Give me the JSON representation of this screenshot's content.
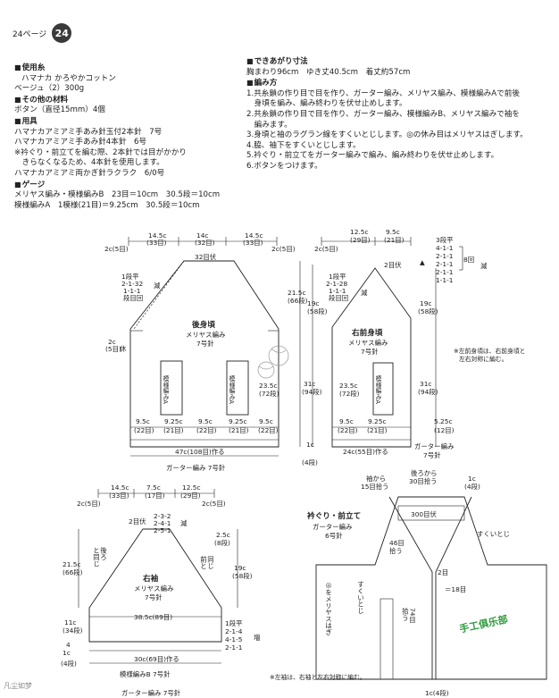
{
  "header": {
    "page_label": "24ページ",
    "page_number": "24"
  },
  "materials": {
    "yarn_title": "使用糸",
    "yarn_name": "ハマナカ かろやかコットン",
    "yarn_detail": "ベージュ（2）300g",
    "other_title": "その他の材料",
    "buttons": "ボタン（直径15mm）4個",
    "tools_title": "用具",
    "tools": [
      "ハマナカアミアミ手あみ針玉付2本針　7号",
      "ハマナカアミアミ手あみ針4本針　6号",
      "※衿ぐり・前立てを編む際、2本針では目がかかり",
      "　きらなくなるため、4本針を使用します。",
      "ハマナカアミアミ両かぎ針ラクラク　6/0号"
    ],
    "gauge_title": "ゲージ",
    "gauge": [
      "メリヤス編み・模様編みB　23目＝10cm　30.5段＝10cm",
      "模様編みA　1模様(21目)＝9.25cm　30.5段＝10cm"
    ]
  },
  "finished": {
    "title": "できあがり寸法",
    "sizes": "胸まわり96cm　ゆき丈40.5cm　着丈約57cm",
    "method_title": "編み方",
    "steps": [
      "1.共糸鎖の作り目で目を作り、ガーター編み、メリヤス編み、模様編みAで前後",
      "　身頃を編み、編み終わりを伏せ止めします。",
      "2.共糸鎖の作り目で目を作り、ガーター編み、模様編みB、メリヤス編みで袖を",
      "　編みます。",
      "3.身頃と袖のラグラン線をすくいとじします。◎の休み目はメリヤスはぎします。",
      "4.脇、袖下をすくいとじします。",
      "5.衿ぐり・前立てをガーター編みで編み、編み終わりを伏せ止めします。",
      "6.ボタンをつけます。"
    ]
  },
  "back": {
    "top_dims": [
      "14.5c",
      "(33目)",
      "14c",
      "(32目)",
      "14.5c",
      "(33目)"
    ],
    "side_2c": "2c(5目)",
    "shoulder": "32目伏",
    "rows": [
      "1段平",
      "2-1-32",
      "1-1-1",
      "段目回"
    ],
    "dec": "減",
    "side_left": [
      "2c",
      "(5目)",
      "休"
    ],
    "right_dims": [
      "21.5c",
      "(66段)"
    ],
    "mid": [
      "23.5c",
      "(72段)"
    ],
    "long": [
      "31c",
      "(94段)"
    ],
    "title": "後身頃",
    "stitch": "メリヤス編み",
    "needle": "7号針",
    "pattern": "模様編みA",
    "bottom": [
      "9.5c",
      "(22目)",
      "9.25c",
      "(21目)",
      "9.5c",
      "(22目)",
      "9.25c",
      "(21目)",
      "9.5c",
      "(22目)"
    ],
    "cast": "47c(108目)作る",
    "garter": "ガーター編み 7号針",
    "one_c": [
      "1c",
      "(4段)"
    ]
  },
  "front": {
    "top_dims": [
      "12.5c",
      "(29目)",
      "9.5c",
      "(21目)"
    ],
    "side_2c": "2c(5目)",
    "shoulder": "2目伏",
    "rows": [
      "1段平",
      "2-1-28",
      "1-1-1",
      "段目回"
    ],
    "right_rows": [
      "3段平",
      "4-1-1",
      "2-1-1",
      "2-1-1",
      "2-1-1",
      "1-1-1"
    ],
    "times": "8回",
    "dec": "減",
    "neck_dims": [
      "19c",
      "(58段)"
    ],
    "left_dims": [
      "19c",
      "(58段)"
    ],
    "title": "右前身頃",
    "stitch": "メリヤス編み",
    "needle": "7号針",
    "pattern": "模様編みA",
    "mid": [
      "23.5c",
      "(72段)"
    ],
    "long": [
      "31c",
      "(94段)"
    ],
    "bottom": [
      "9.5c",
      "(22目)",
      "9.25c",
      "(21目)"
    ],
    "edge": [
      "5.25c",
      "(12目)"
    ],
    "cast": "24c(55目)作る",
    "garter": [
      "ガーター編み",
      "7号針"
    ],
    "note": [
      "※左前身頃は、右前身頃と",
      "左右対称に編む。"
    ]
  },
  "sleeve": {
    "top_dims": [
      "14.5c",
      "(33目)",
      "7.5c",
      "(17目)",
      "12.5c",
      "(29目)"
    ],
    "side_2c": "2c(5目)",
    "shoulder": "2目伏",
    "rows": [
      "2-3-2",
      "2-4-1",
      "2-5-1"
    ],
    "dec": "減",
    "left_lbl": [
      "後ろ",
      "と同じ"
    ],
    "right_lbl": [
      "前と",
      "同じ"
    ],
    "r_dims": [
      "2.5c",
      "(8段)"
    ],
    "rr_dims": [
      "19c",
      "(58段)"
    ],
    "left_dims": [
      "21.5c",
      "(66段)"
    ],
    "title": "右袖",
    "stitch": "メリヤス編み",
    "needle": "7号針",
    "width": "38.5c(89目)",
    "l11": [
      "11c",
      "(34段)"
    ],
    "four": "4",
    "inc_rows": [
      "1段平",
      "2-1-4",
      "4-1-5",
      "2-1-1"
    ],
    "inc": "増",
    "cast": "30c(69目)作る",
    "pattern_b": "模様編みB 7号針",
    "one_c": [
      "1c",
      "(4段)"
    ],
    "garter": "ガーター編み 7号針",
    "note": "※左袖は、右袖と左右対称に編む。"
  },
  "collar": {
    "from_sleeve": [
      "袖から",
      "15目拾う"
    ],
    "from_back": [
      "後ろから",
      "30目拾う"
    ],
    "one_c": [
      "1c",
      "(4段)"
    ],
    "title": "衿ぐり・前立て",
    "garter": "ガーター編み",
    "needle": "6号針",
    "cast_off": "300目伏",
    "sukui": "すくいとじ",
    "pick46": [
      "46目",
      "拾う"
    ],
    "two": "2目",
    "eighteen": "＝18目",
    "knit_note": "◎をメリヤスはぎ",
    "sukui2": "すくいとじ",
    "pick74": [
      "74目",
      "拾う"
    ],
    "one_c_b": "1c(4段)"
  },
  "watermark": {
    "club": "手工俱乐部",
    "corner": "凡尘如梦"
  }
}
